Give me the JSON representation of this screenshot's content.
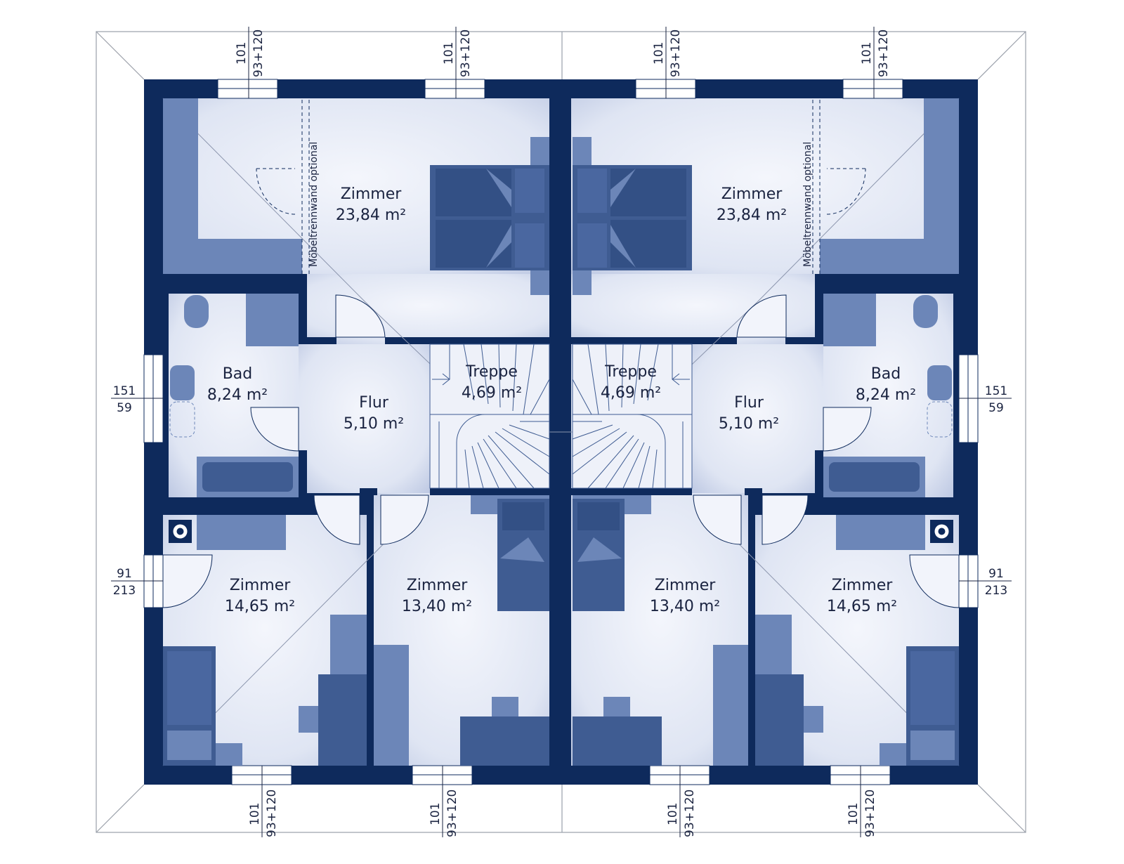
{
  "colors": {
    "wall": "#0e2a5c",
    "furniture": "#6c86b8",
    "furniture_dark": "#3f5c92",
    "floor_light": "#f2f4fb",
    "floor_edge": "#c5cee6",
    "roof_line": "#9aa0aa",
    "window": "#ffffff"
  },
  "rooms": {
    "zimmer_top_l": {
      "name": "Zimmer",
      "area": "23,84 m²"
    },
    "zimmer_top_r": {
      "name": "Zimmer",
      "area": "23,84 m²"
    },
    "bad_l": {
      "name": "Bad",
      "area": "8,24 m²"
    },
    "bad_r": {
      "name": "Bad",
      "area": "8,24 m²"
    },
    "flur_l": {
      "name": "Flur",
      "area": "5,10 m²"
    },
    "flur_r": {
      "name": "Flur",
      "area": "5,10 m²"
    },
    "treppe_l": {
      "name": "Treppe",
      "area": "4,69 m²"
    },
    "treppe_r": {
      "name": "Treppe",
      "area": "4,69 m²"
    },
    "zimmer_bl": {
      "name": "Zimmer",
      "area": "14,65 m²"
    },
    "zimmer_bml": {
      "name": "Zimmer",
      "area": "13,40 m²"
    },
    "zimmer_bmr": {
      "name": "Zimmer",
      "area": "13,40 m²"
    },
    "zimmer_br": {
      "name": "Zimmer",
      "area": "14,65 m²"
    }
  },
  "notes": {
    "moebel_l": "Möbeltrennwand optional",
    "moebel_r": "Möbeltrennwand optional"
  },
  "dimensions": {
    "top": [
      {
        "a": "101",
        "b": "93+120"
      },
      {
        "a": "101",
        "b": "93+120"
      },
      {
        "a": "101",
        "b": "93+120"
      },
      {
        "a": "101",
        "b": "93+120"
      }
    ],
    "bottom": [
      {
        "a": "101",
        "b": "93+120"
      },
      {
        "a": "101",
        "b": "93+120"
      },
      {
        "a": "101",
        "b": "93+120"
      },
      {
        "a": "101",
        "b": "93+120"
      }
    ],
    "left": [
      {
        "a": "151",
        "b": "59"
      },
      {
        "a": "91",
        "b": "213"
      }
    ],
    "right": [
      {
        "a": "151",
        "b": "59"
      },
      {
        "a": "91",
        "b": "213"
      }
    ]
  }
}
